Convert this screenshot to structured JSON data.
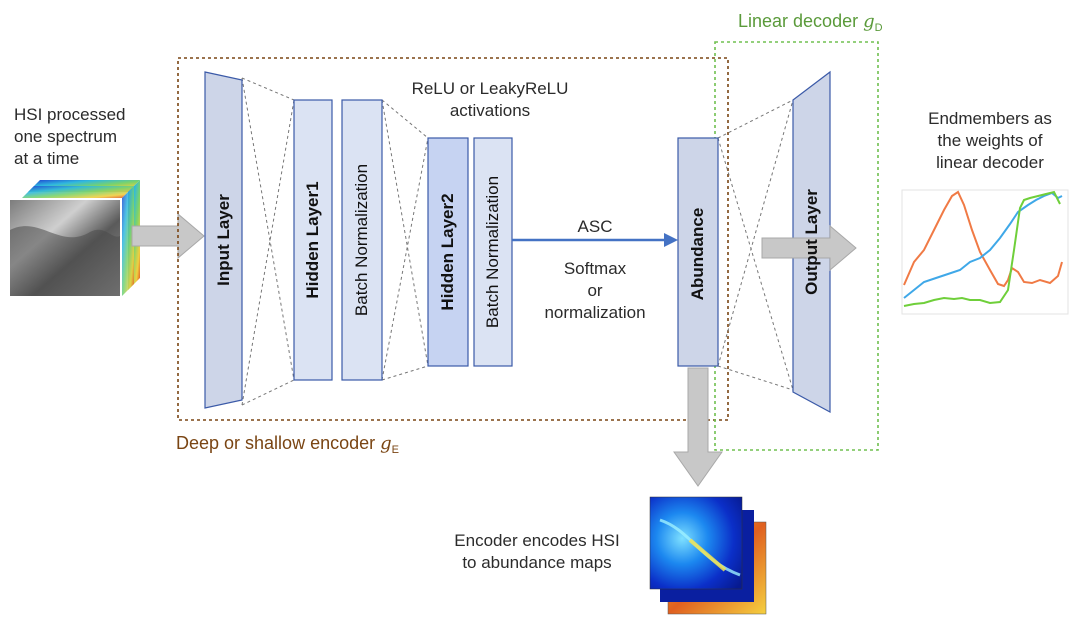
{
  "input": {
    "caption": [
      "HSI processed",
      "one spectrum",
      "at a time"
    ]
  },
  "layers": {
    "input": "Input Layer",
    "hidden1": "Hidden Layer1",
    "bn1": "Batch Normalization",
    "hidden2": "Hidden Layer2",
    "bn2": "Batch Normalization",
    "abundance": "Abundance",
    "output": "Output Layer"
  },
  "annotations": {
    "activations": [
      "ReLU or LeakyReLU",
      "activations"
    ],
    "asc": "ASC",
    "softmax": [
      "Softmax",
      "or",
      "normalization"
    ]
  },
  "encoder": {
    "label": "Deep or shallow encoder ",
    "symbol": "g",
    "subscript": "E"
  },
  "decoder": {
    "label": "Linear decoder ",
    "symbol": "g",
    "subscript": "D"
  },
  "endmembers": {
    "caption": [
      "Endmembers as",
      "the weights of",
      "linear decoder"
    ]
  },
  "abundance_maps": {
    "caption": [
      "Encoder encodes HSI",
      "to abundance maps"
    ]
  },
  "colors": {
    "encoder_box": "#7a4513",
    "decoder_box": "#70c050",
    "layer_fill": "#cdd5e8",
    "hidden_fill": "#dbe3f3",
    "hidden2_fill": "#c6d3f2",
    "layer_stroke": "#3b5aa8",
    "arrow_gray": "#c8c8c8",
    "asc_arrow": "#4472c4",
    "spec_orange": "#f07a45",
    "spec_blue": "#3fa8e8",
    "spec_green": "#6fcf3a"
  }
}
